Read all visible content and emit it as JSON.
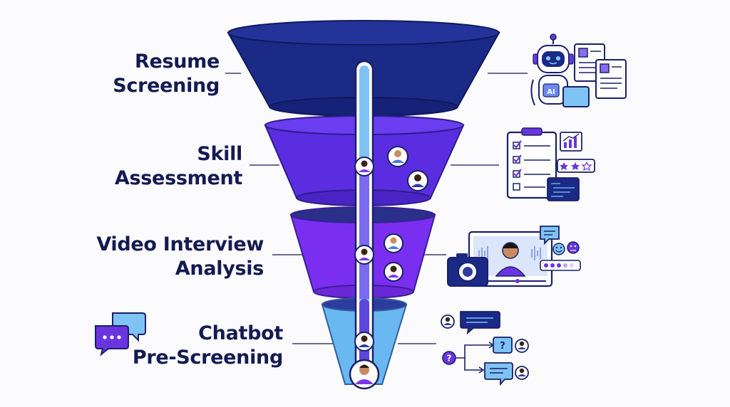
{
  "stages": [
    {
      "line1": "Resume",
      "line2": "Screening"
    },
    {
      "line1": "Skill",
      "line2": "Assessment"
    },
    {
      "line1": "Video Interview",
      "line2": "Analysis"
    },
    {
      "line1": "Chatbot",
      "line2": "Pre-Screening"
    }
  ],
  "badges": {
    "ai": "AI"
  },
  "glyphs": {
    "question": "?"
  },
  "colors": {
    "stage1": "#1b2a86",
    "stage2": "#5a2ee0",
    "stage3": "#7a2ff0",
    "stage4": "#6ab8f2",
    "navy": "#141a52",
    "tube": "#7fc3f5",
    "accent": "#6a35e0"
  }
}
